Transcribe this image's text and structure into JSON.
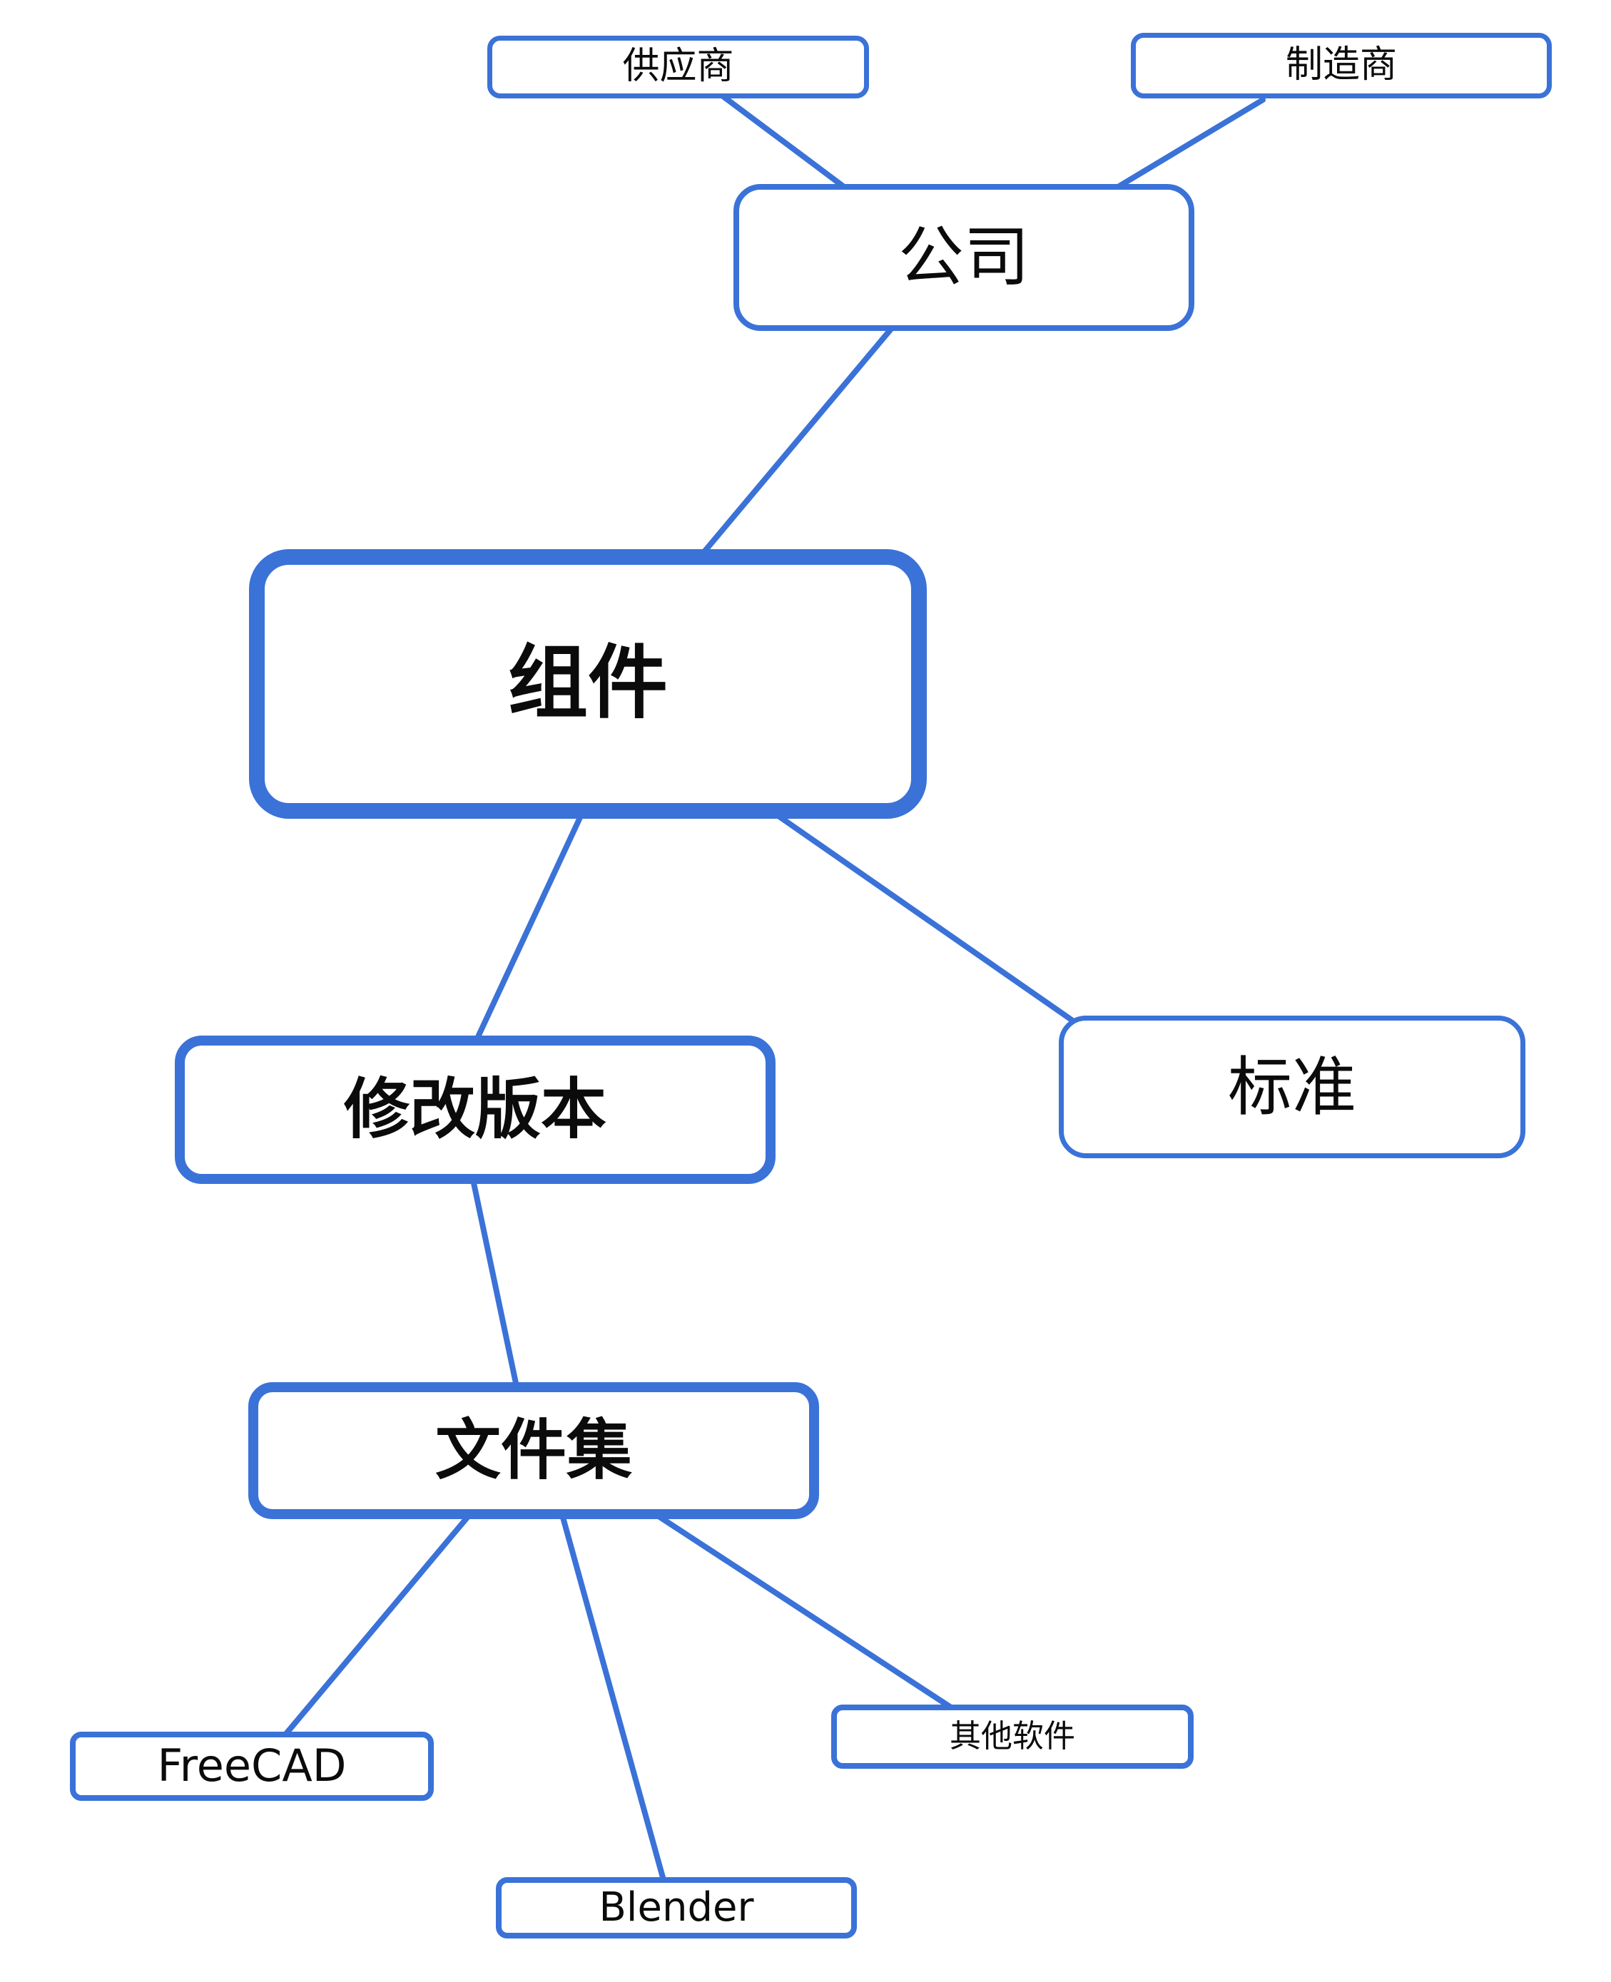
{
  "diagram": {
    "type": "mind-map",
    "colors": {
      "accent": "#3A72D8",
      "text": "#0b0b0b",
      "background": "#ffffff"
    },
    "nodes": {
      "supplier": {
        "label": "供应商",
        "emphasis": "normal"
      },
      "manufacturer": {
        "label": "制造商",
        "emphasis": "normal"
      },
      "company": {
        "label": "公司",
        "emphasis": "normal"
      },
      "component": {
        "label": "组件",
        "emphasis": "bold"
      },
      "revision": {
        "label": "修改版本",
        "emphasis": "bold"
      },
      "standard": {
        "label": "标准",
        "emphasis": "normal"
      },
      "fileset": {
        "label": "文件集",
        "emphasis": "bold"
      },
      "freecad": {
        "label": "FreeCAD",
        "emphasis": "normal"
      },
      "blender": {
        "label": "Blender",
        "emphasis": "normal"
      },
      "other_software": {
        "label": "其他软件",
        "emphasis": "normal"
      }
    },
    "edges": [
      {
        "from": "supplier",
        "to": "company"
      },
      {
        "from": "manufacturer",
        "to": "company"
      },
      {
        "from": "company",
        "to": "component"
      },
      {
        "from": "component",
        "to": "revision"
      },
      {
        "from": "component",
        "to": "standard"
      },
      {
        "from": "revision",
        "to": "fileset"
      },
      {
        "from": "fileset",
        "to": "freecad"
      },
      {
        "from": "fileset",
        "to": "blender"
      },
      {
        "from": "fileset",
        "to": "other_software"
      }
    ]
  }
}
